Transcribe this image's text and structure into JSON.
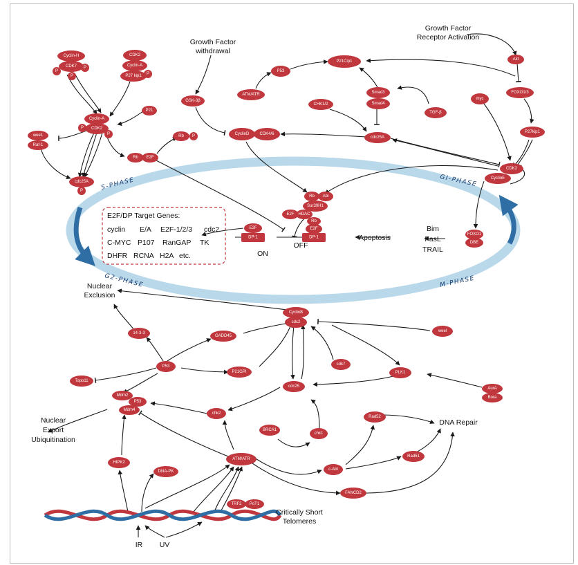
{
  "phases": {
    "s": "S-PHASE",
    "g1": "GI-PHASE",
    "g2": "G2-PHASE",
    "m": "M-PHASE"
  },
  "labels": {
    "growth_withdrawal_1": "Growth Factor",
    "growth_withdrawal_2": "withdrawal",
    "receptor_activation_1": "Growth Factor",
    "receptor_activation_2": "Receptor Activation",
    "on": "ON",
    "off": "OFF",
    "apoptosis": "Apoptosis",
    "bim": "Bim",
    "fasl": "FasL",
    "trail": "TRAIL",
    "nuclear_exclusion_1": "Nuclear",
    "nuclear_exclusion_2": "Exclusion",
    "nuclear_export_1": "Nuclear",
    "nuclear_export_2": "Export",
    "ubiquitination": "Ubiquitination",
    "dna_repair": "DNA Repair",
    "short_telomeres_1": "Critically Short",
    "short_telomeres_2": "Telomeres",
    "ir": "IR",
    "uv": "UV"
  },
  "target_genes": {
    "title": "E2F/DP Target Genes:",
    "row1": [
      "cyclin",
      "E/A",
      "E2F-1/2/3",
      "cdc2"
    ],
    "row2": [
      "C-MYC",
      "P107",
      "RanGAP",
      "TK"
    ],
    "row3": [
      "DHFR",
      "RCNA",
      "H2A",
      "etc."
    ]
  },
  "nodes": {
    "cyclin_h": "Cyclin-H",
    "cdk7_top": "CDK7",
    "p_a": "P",
    "p_b": "P",
    "p_c": "P",
    "cdk2_top": "CDK2",
    "cyclin_a_top": "Cyclin-A",
    "p27kip1_top": "P27 kip1",
    "p_d": "P",
    "cyclin_a_mid": "Cyclin-A",
    "cdk2_mid": "CDK2",
    "p_e": "P",
    "p_f": "P",
    "p21": "P21",
    "wee1": "wee1",
    "raf1": "Raf-1",
    "cdc25a_left": "cdc25A",
    "p_g": "P",
    "rb_left": "Rb",
    "e2f_left": "E2F",
    "rb_right": "Rb",
    "p_h": "P",
    "gsk3b": "GSK-3β",
    "cyclind": "CyclinD",
    "cdk46": "CDK4/6",
    "atm_atr_top": "ATM/ATR",
    "p53_top": "P53",
    "p21cip1": "P21Cip1",
    "smad3": "Smad3",
    "smad4": "Smad4",
    "tgfb": "TGF-β",
    "chk12": "CHK1/2",
    "cdc25a_center": "cdc25A",
    "akt": "Akt",
    "foxo13": "FOXO1/3",
    "myc": "myc",
    "p27kip1_right": "P27kip1",
    "cdk2_right": "CDK2",
    "cycline": "CyclinE",
    "rb_center": "Rb",
    "abl": "Abl",
    "sur39h1": "Sur39H1",
    "e2f_c1": "E2F",
    "hdac": "HDAC",
    "rb_c2": "Rb",
    "e2f_c2": "E2F",
    "dp1_c": "DP-1",
    "e2f_on": "E2F",
    "dp1_on": "DP-1",
    "foxo1": "FOXO1",
    "dbe": "DBE",
    "cyclinb": "CyclinB",
    "cdc2": "cdc2",
    "weel": "weel",
    "gadd45": "GADD45",
    "14_3_3": "14-3-3",
    "p53_mid": "P53",
    "topo11": "Topo11",
    "p21gpi": "P21GPI",
    "cdk7_low": "cdk7",
    "plk1": "PLK1",
    "aura": "AurA",
    "bora": "Bora",
    "mdm2": "Mdm2",
    "p53_low": "P53",
    "mdm4": "Mdm4",
    "chk2": "chk2",
    "cdc25": "cdc25",
    "brca1": "BRCA1",
    "chk1": "chk1",
    "rad52": "Rad52",
    "rad51": "Rad51",
    "hipk2": "HIPK2",
    "dnapk": "DNA-PK",
    "atm_atr_low": "ATM/ATR",
    "c_abl": "c-Abl",
    "fancd2": "FANCD2",
    "trf2": "TRF2",
    "pot1": "PoT1"
  },
  "colors": {
    "node": "#c0373d",
    "cycle_ring": "#b9d8ea",
    "cycle_arrow": "#2f6ea5",
    "dna_red": "#c0373d",
    "dna_blue": "#2f6ea5",
    "gene_box_border": "#c0373d"
  }
}
